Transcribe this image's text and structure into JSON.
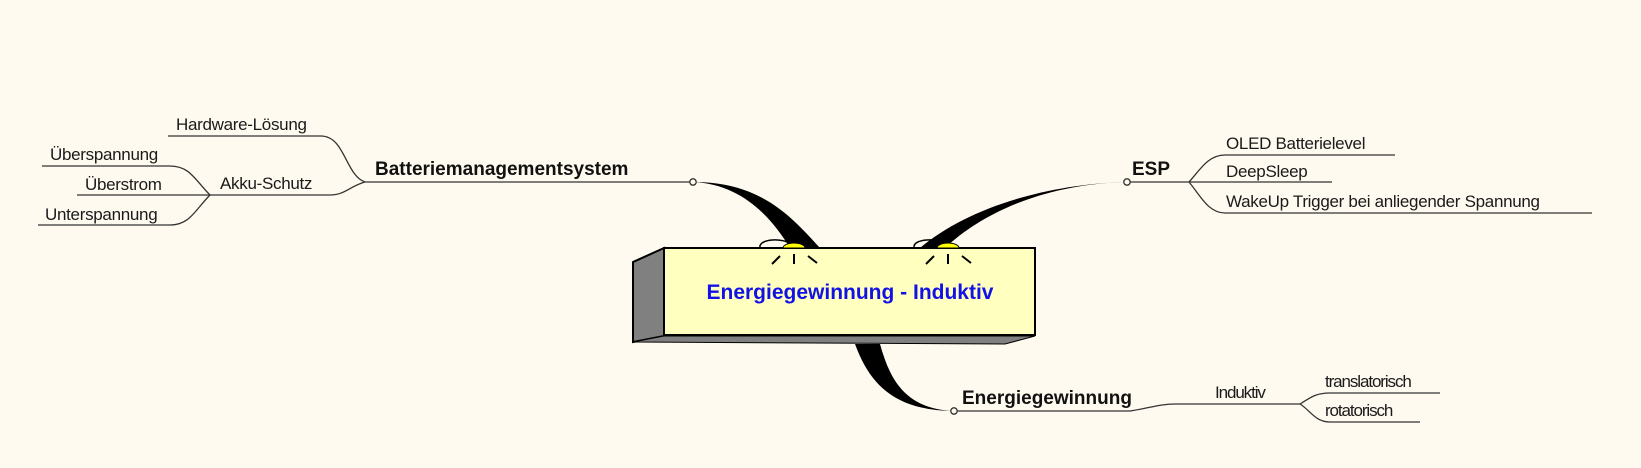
{
  "central_topic": {
    "title": "Energiegewinnung - Induktiv",
    "colors": {
      "fill": "#ffffc0",
      "side": "#808080",
      "text": "#1212e6",
      "lamp": "#ffff00"
    }
  },
  "branches": {
    "bms": {
      "label": "Batteriemanagementsystem",
      "children": {
        "hardware": {
          "label": "Hardware-Lösung"
        },
        "akku": {
          "label": "Akku-Schutz",
          "children": {
            "ueberspannung": {
              "label": "Überspannung"
            },
            "ueberstrom": {
              "label": "Überstrom"
            },
            "unterspannung": {
              "label": "Unterspannung"
            }
          }
        }
      }
    },
    "esp": {
      "label": "ESP",
      "children": {
        "oled": {
          "label": "OLED Batterielevel"
        },
        "deepsleep": {
          "label": "DeepSleep"
        },
        "wakeup": {
          "label": "WakeUp Trigger bei anliegender Spannung"
        }
      }
    },
    "energie": {
      "label": "Energiegewinnung",
      "children": {
        "induktiv": {
          "label": "Induktiv",
          "children": {
            "translatorisch": {
              "label": "translatorisch"
            },
            "rotatorisch": {
              "label": "rotatorisch"
            }
          }
        }
      }
    }
  }
}
